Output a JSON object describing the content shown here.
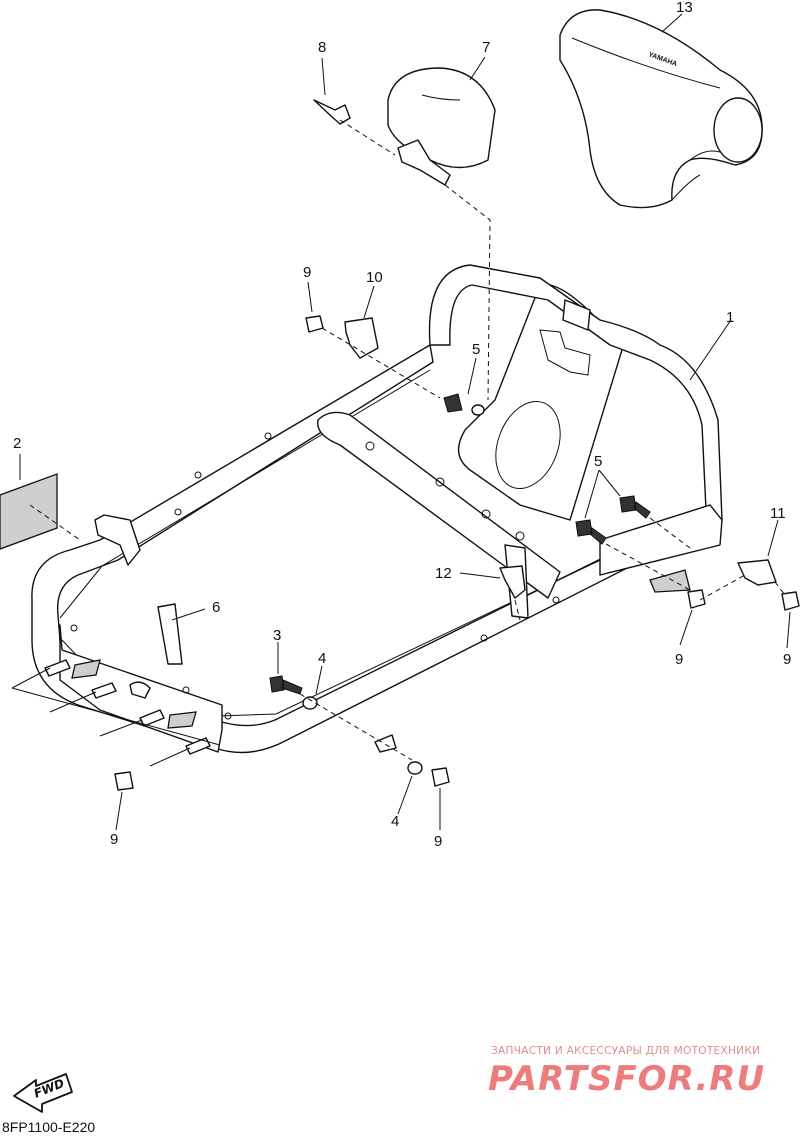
{
  "diagram": {
    "callouts": [
      {
        "id": "c1",
        "text": "1"
      },
      {
        "id": "c2",
        "text": "2"
      },
      {
        "id": "c3",
        "text": "3"
      },
      {
        "id": "c4a",
        "text": "4"
      },
      {
        "id": "c4b",
        "text": "4"
      },
      {
        "id": "c5a",
        "text": "5"
      },
      {
        "id": "c5b",
        "text": "5"
      },
      {
        "id": "c6",
        "text": "6"
      },
      {
        "id": "c7",
        "text": "7"
      },
      {
        "id": "c8",
        "text": "8"
      },
      {
        "id": "c9a",
        "text": "9"
      },
      {
        "id": "c9b",
        "text": "9"
      },
      {
        "id": "c9c",
        "text": "9"
      },
      {
        "id": "c9d",
        "text": "9"
      },
      {
        "id": "c9e",
        "text": "9"
      },
      {
        "id": "c10",
        "text": "10"
      },
      {
        "id": "c11",
        "text": "11"
      },
      {
        "id": "c12",
        "text": "12"
      },
      {
        "id": "c13",
        "text": "13"
      }
    ],
    "fwd_label": "FWD",
    "drawing_code": "8FP1100-E220"
  },
  "watermark": {
    "tagline": "ЗАПЧАСТИ И АКСЕССУАРЫ ДЛЯ МОТОТЕХНИКИ",
    "brand": "PARTSFOR.RU",
    "color": "#ef7c7c"
  }
}
